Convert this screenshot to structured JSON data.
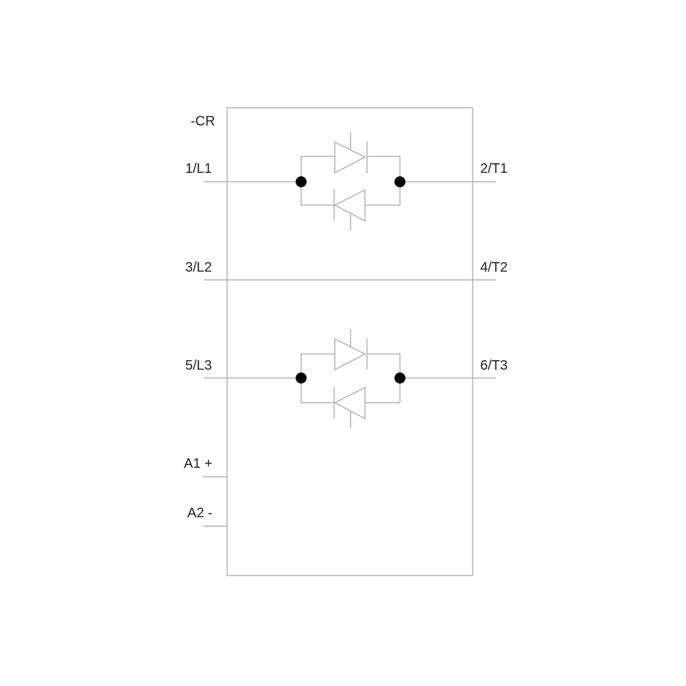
{
  "designation": "-CR",
  "terminals": {
    "l1": "1/L1",
    "t1": "2/T1",
    "l2": "3/L2",
    "t2": "4/T2",
    "l3": "5/L3",
    "t3": "6/T3",
    "a1": "A1 +",
    "a2": "A2 -"
  },
  "colors": {
    "line": "#b0b0b0",
    "node": "#000000",
    "text": "#222222"
  }
}
